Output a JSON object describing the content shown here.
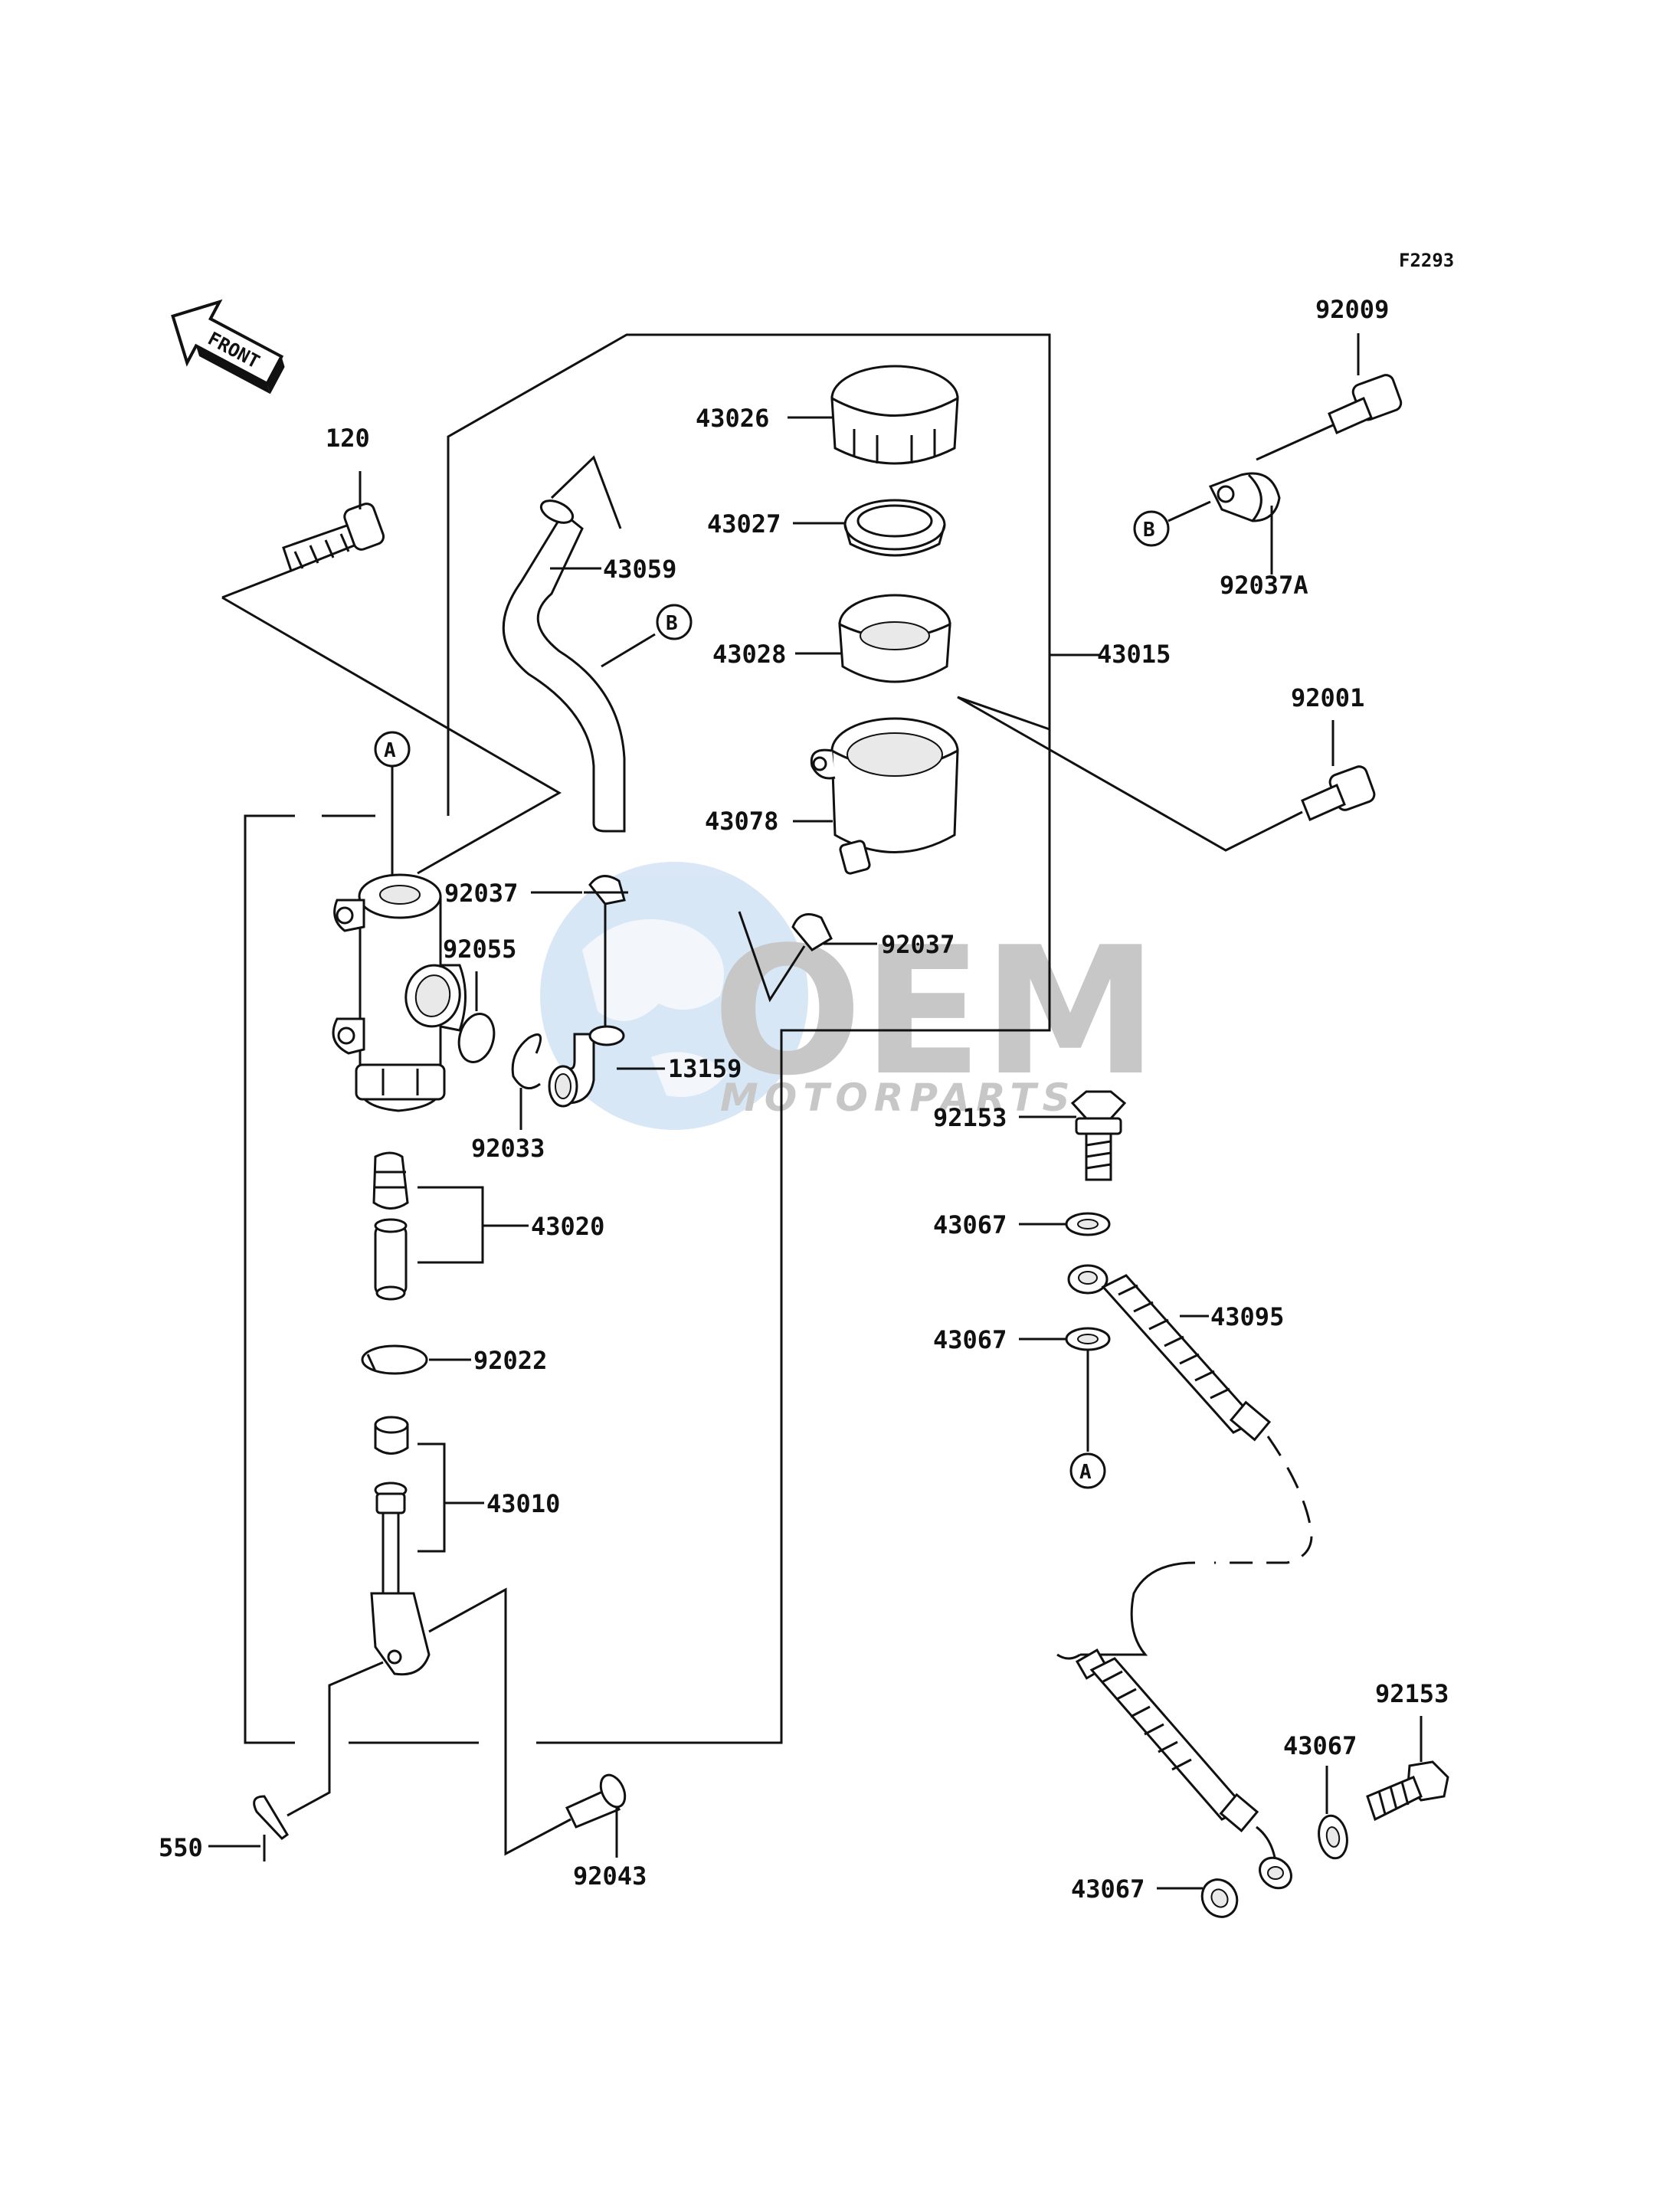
{
  "figure_code": "F2293",
  "front_label": "FRONT",
  "watermark": {
    "brand": "OEM",
    "sub": "MOTORPARTS"
  },
  "refs": {
    "a": "A",
    "b": "B"
  },
  "labels": {
    "p120": "120",
    "p43026": "43026",
    "p43027": "43027",
    "p43028": "43028",
    "p43059": "43059",
    "p43015": "43015",
    "p43078": "43078",
    "p92009": "92009",
    "p92037A": "92037A",
    "p92001": "92001",
    "p92037_left": "92037",
    "p92037_right": "92037",
    "p92055": "92055",
    "p92033": "92033",
    "p13159": "13159",
    "p43020": "43020",
    "p92022": "92022",
    "p43010": "43010",
    "p550": "550",
    "p92043": "92043",
    "p92153_top": "92153",
    "p43067_a": "43067",
    "p43095": "43095",
    "p43067_b": "43067",
    "p92153_bottom": "92153",
    "p43067_c": "43067",
    "p43067_d": "43067"
  },
  "colors": {
    "line": "#111111",
    "watermark_blue": "#b9d4ee",
    "watermark_gray": "#c8c8c8"
  }
}
